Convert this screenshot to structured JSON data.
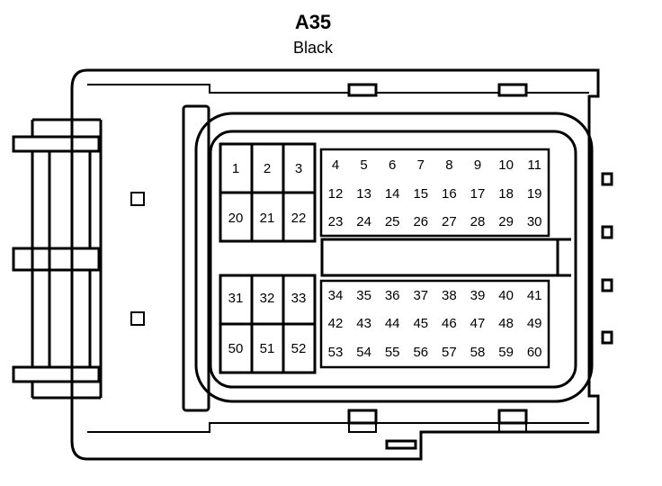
{
  "connector": {
    "name": "A35",
    "color": "Black"
  },
  "pins": {
    "left_top_row1": [
      "1",
      "2",
      "3"
    ],
    "left_top_row2": [
      "20",
      "21",
      "22"
    ],
    "left_bottom_row1": [
      "31",
      "32",
      "33"
    ],
    "left_bottom_row2": [
      "50",
      "51",
      "52"
    ],
    "right_top_row1": [
      "4",
      "5",
      "6",
      "7",
      "8",
      "9",
      "10",
      "11"
    ],
    "right_top_row2": [
      "12",
      "13",
      "14",
      "15",
      "16",
      "17",
      "18",
      "19"
    ],
    "right_top_row3": [
      "23",
      "24",
      "25",
      "26",
      "27",
      "28",
      "29",
      "30"
    ],
    "right_bottom_row1": [
      "34",
      "35",
      "36",
      "37",
      "38",
      "39",
      "40",
      "41"
    ],
    "right_bottom_row2": [
      "42",
      "43",
      "44",
      "45",
      "46",
      "47",
      "48",
      "49"
    ],
    "right_bottom_row3": [
      "53",
      "54",
      "55",
      "56",
      "57",
      "58",
      "59",
      "60"
    ]
  }
}
